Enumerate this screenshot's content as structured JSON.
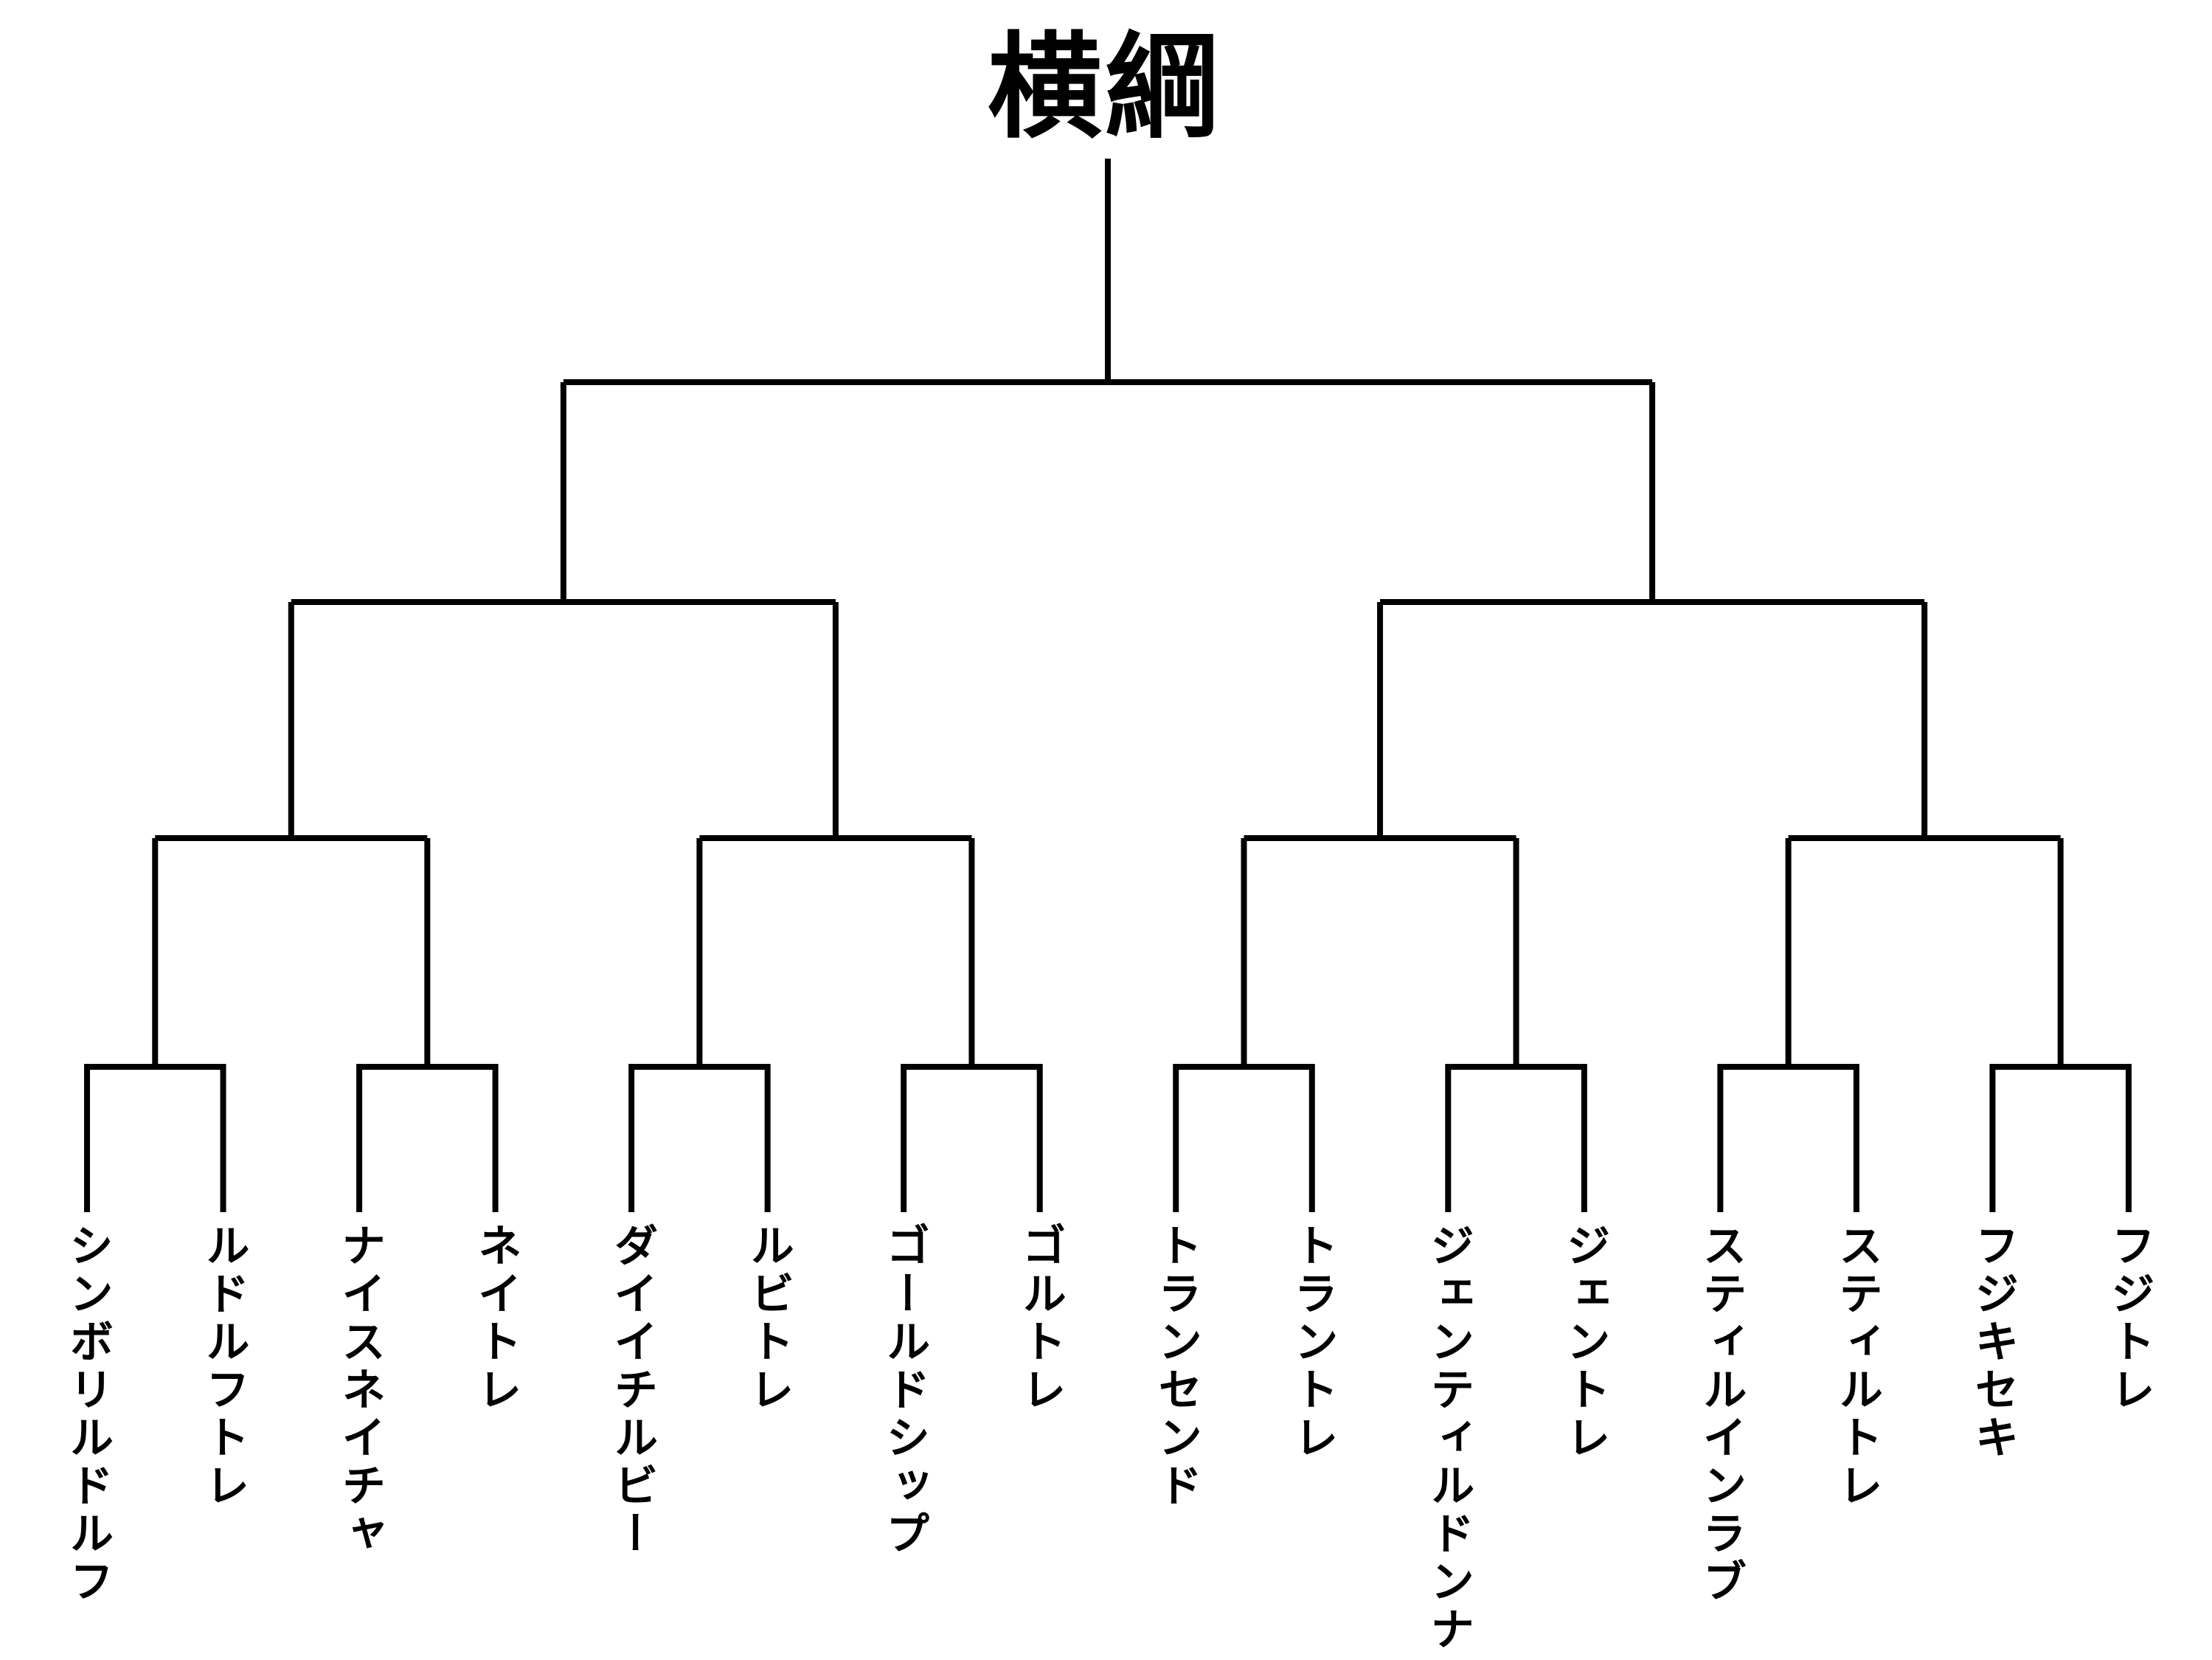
{
  "title": "横綱",
  "bracket": {
    "type": "single-elimination-16",
    "entrants": [
      "シンボリルドルフ",
      "ルドルフトレ",
      "ナイスネイチャ",
      "ネイトレ",
      "ダイイチルビー",
      "ルビトレ",
      "ゴールドシップ",
      "ゴルトレ",
      "トランセンド",
      "トラントレ",
      "ジェンティルドンナ",
      "ジェントレ",
      "スティルインラブ",
      "スティルトレ",
      "フジキセキ",
      "フジトレ"
    ]
  },
  "colors": {
    "line": "#000000",
    "text": "#000000",
    "background": "#ffffff"
  }
}
